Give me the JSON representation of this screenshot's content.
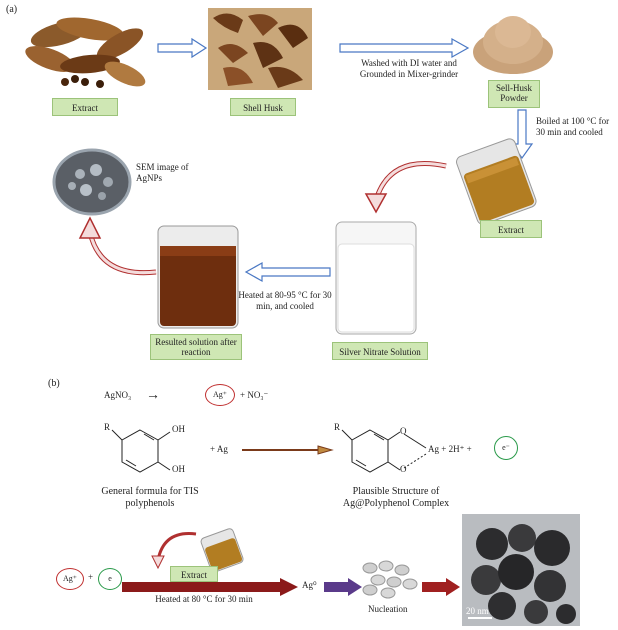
{
  "panel_a": {
    "label": "(a)",
    "extract_label": "Extract",
    "shell_husk_label": "Shell Husk",
    "wash_text": "Washed with DI water and Grounded in Mixer-grinder",
    "powder_label": "Sell-Husk Powder",
    "boil_text": "Boiled at 100 °C for 30 min and cooled",
    "extract2_label": "Extract",
    "sem_text": "SEM image of AgNPs",
    "silver_nitrate_label": "Silver Nitrate Solution",
    "heated_text": "Heated at 80-95 °C for 30 min, and cooled",
    "result_label": "Resulted solution after reaction"
  },
  "panel_b": {
    "label": "(b)",
    "agno3": "AgNO₃",
    "arrow_sym": "→",
    "ag_plus": "Ag⁺",
    "no3": "+ NO₃⁻",
    "r1": "R",
    "oh1": "OH",
    "oh2": "OH",
    "plus_ag": "+ Ag",
    "r2": "R",
    "o1": "O",
    "o2": "O",
    "ag_2h": "Ag + 2H⁺ +",
    "e_minus": "e⁻",
    "general_formula": "General formula for TIS polyphenols",
    "plausible": "Plausible Structure of Ag@Polyphenol Complex",
    "ag_plus2": "Ag⁺",
    "plus2": "+",
    "e2": "e",
    "extract3_label": "Extract",
    "heated2_text": "Heated at 80 °C for 30 min",
    "ag0": "Ag⁰",
    "nucleation": "Nucleation",
    "scale": "20 nm"
  }
}
